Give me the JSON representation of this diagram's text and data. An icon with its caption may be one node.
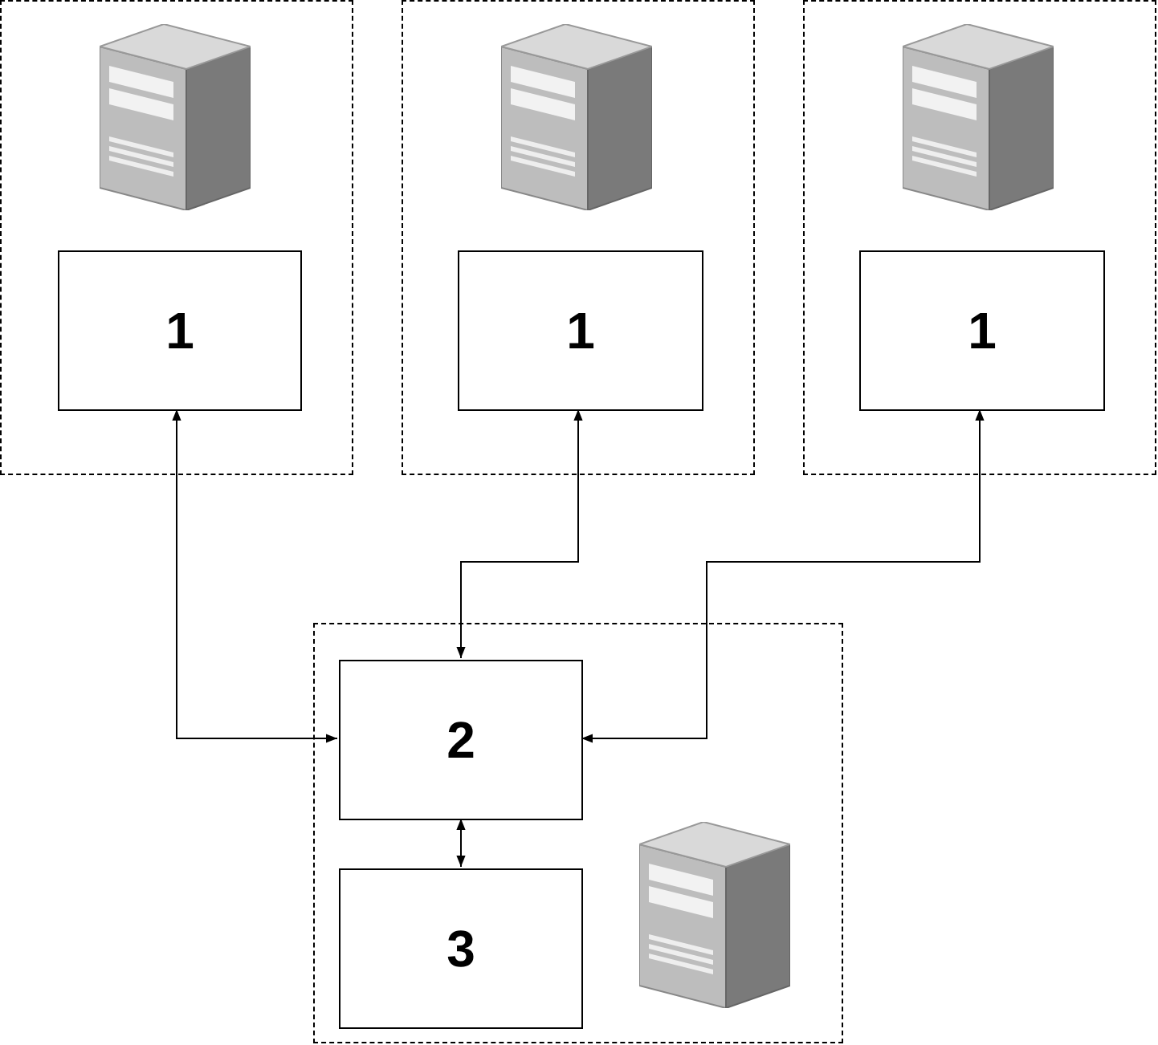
{
  "diagram": {
    "nodes": [
      {
        "text": [],
        "shape": "box"
      },
      {
        "text": [
          "1"
        ],
        "in": 0
      },
      {
        "text": [],
        "shape": "box"
      },
      {
        "text": [
          "1"
        ],
        "in": 2
      },
      {
        "text": [],
        "shape": "box"
      },
      {
        "text": [
          "1"
        ],
        "in": 4
      },
      {
        "text": [],
        "shape": "box"
      },
      {
        "text": [
          "2"
        ],
        "in": 6
      },
      {
        "text": [
          "3"
        ],
        "in": 6
      }
    ],
    "edges": [
      {
        "from": 1,
        "to": 7,
        "arrow": "both"
      },
      {
        "from": 3,
        "to": 7,
        "arrow": "both"
      },
      {
        "from": 5,
        "to": 7,
        "arrow": "both"
      },
      {
        "from": 7,
        "to": 8,
        "arrow": "both"
      }
    ]
  }
}
